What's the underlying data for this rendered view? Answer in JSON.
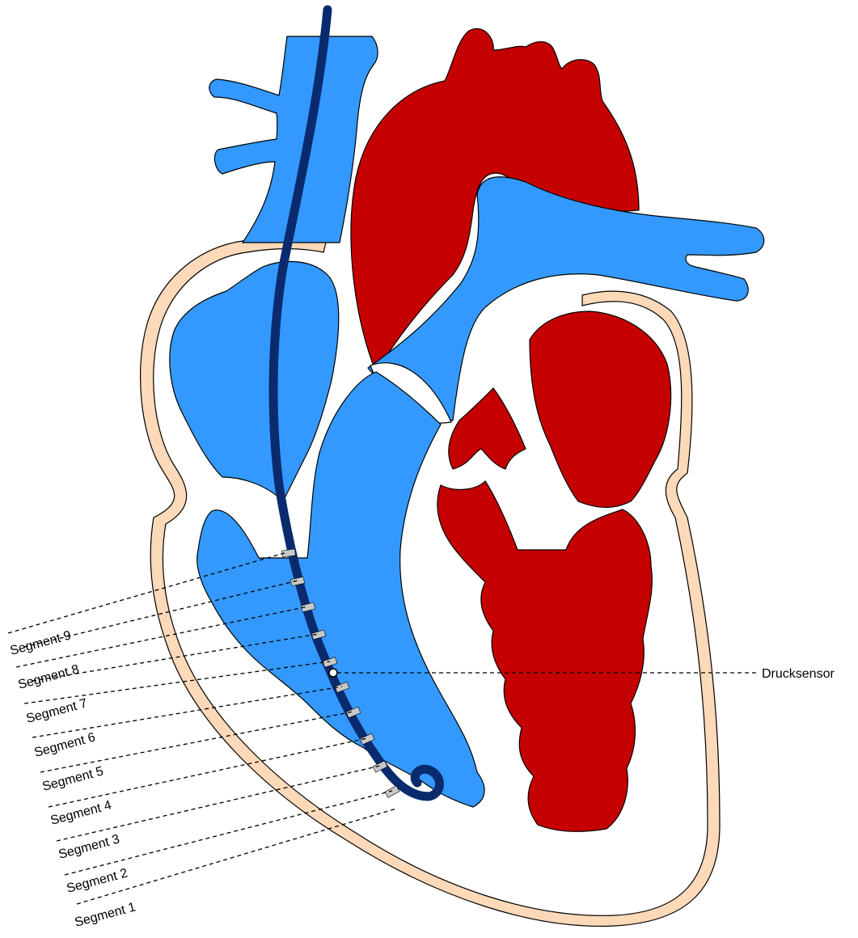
{
  "colors": {
    "venous": "#3399ff",
    "arterial": "#c40000",
    "pericardium": "#fcd9b8",
    "catheter": "#0a2a6e",
    "electrode": "#c8c8c8",
    "outline": "#000000"
  },
  "segment_labels": [
    "Segment 9",
    "Segment 8",
    "Segment 7",
    "Segment 6",
    "Segment 5",
    "Segment 4",
    "Segment 3",
    "Segment 2",
    "Segment 1"
  ],
  "sensor_label": "Drucksensor"
}
